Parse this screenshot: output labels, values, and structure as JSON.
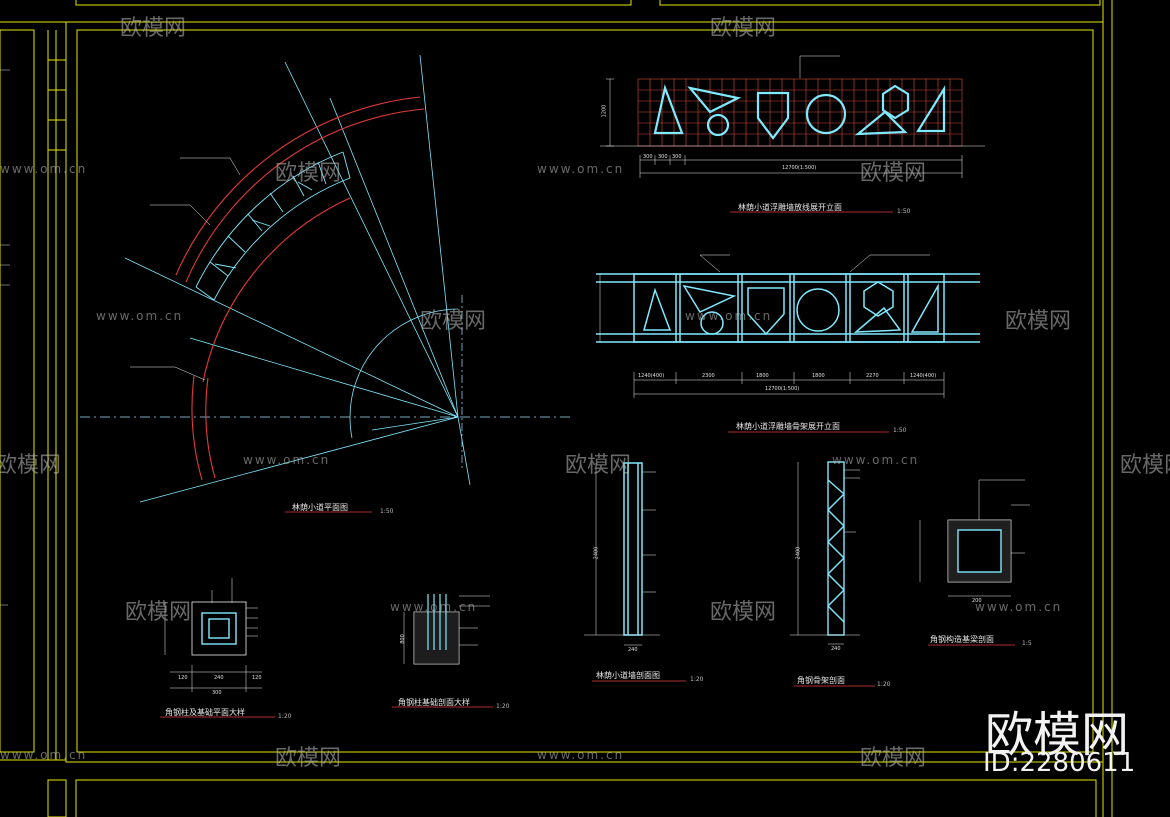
{
  "watermark": {
    "brand": "欧模网",
    "url": "www.om.cn",
    "id_text": "ID:2280611"
  },
  "drawings": {
    "plan": {
      "title": "林荫小道平面图",
      "scale": "1:50"
    },
    "elev1": {
      "title": "林荫小道浮雕墙放线展开立面",
      "scale": "1:50"
    },
    "elev2": {
      "title": "林荫小道浮雕墙骨架展开立面",
      "scale": "1:50"
    },
    "column_plan": {
      "title": "角钢柱及基础平面大样",
      "scale": "1:20"
    },
    "foundation": {
      "title": "角钢柱基础剖面大样",
      "scale": "1:20"
    },
    "wall_section": {
      "title": "林荫小道墙剖面图",
      "scale": "1:20"
    },
    "column_section": {
      "title": "角钢骨架剖面",
      "scale": "1:20"
    },
    "beam_section": {
      "title": "角钢构造基梁剖面",
      "scale": "1:5"
    }
  },
  "dims": {
    "e1_total": "12700(1:500)",
    "e1_h": "1200",
    "e1_a": "300",
    "e2_total": "12700(1:500)",
    "e2_a": "1240(400)",
    "e2_b": "2300",
    "e2_c": "1800",
    "e2_d": "2270",
    "e2_e": "1240(400)",
    "col_a": "120",
    "col_b": "240",
    "col_c": "300",
    "ws_h": "2400",
    "ws_w": "240",
    "cs_w": "240",
    "bs_w": "200",
    "fd_h": "800"
  }
}
